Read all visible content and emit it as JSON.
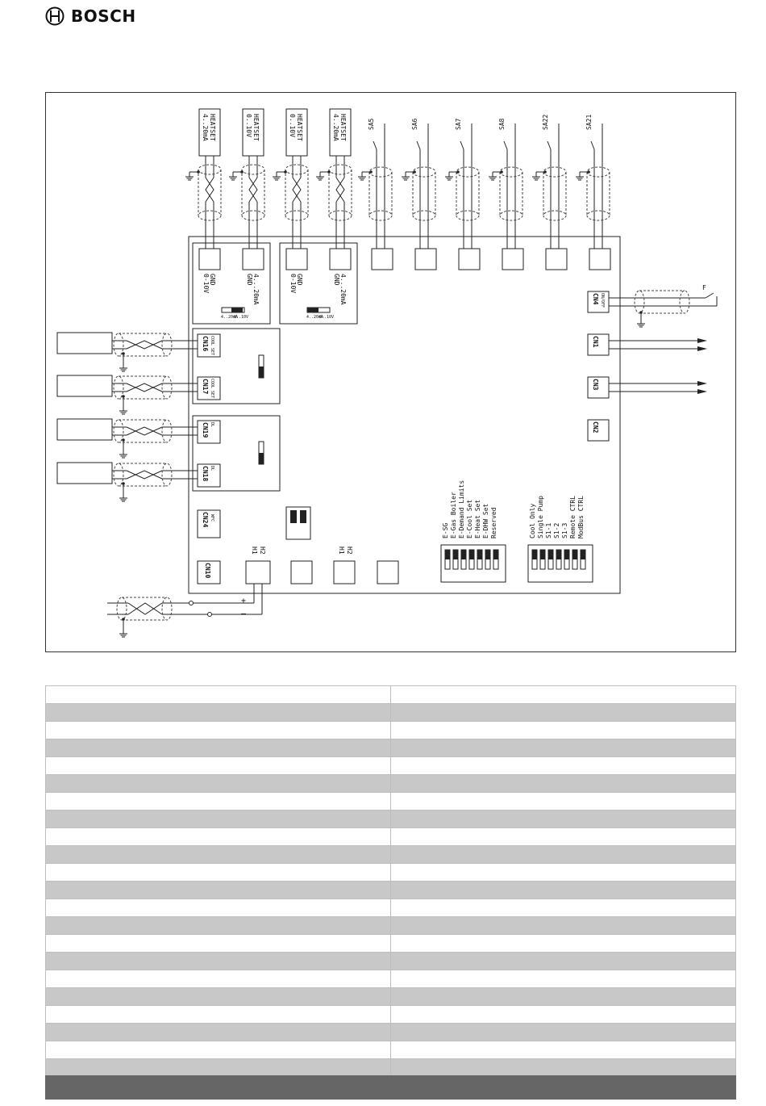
{
  "brand": {
    "name": "BOSCH"
  },
  "heat_set": [
    {
      "title": "HEATSET",
      "range": "4..20mA"
    },
    {
      "title": "HEATSET",
      "range": "0..10V"
    },
    {
      "title": "HEATSET",
      "range": "0..10V"
    },
    {
      "title": "HEATSET",
      "range": "4..20mA"
    }
  ],
  "sensors": [
    "SA5",
    "SA6",
    "SA7",
    "SA8",
    "SA22",
    "SA21"
  ],
  "terminal_groups": [
    {
      "a": "GND",
      "b": "0-10V"
    },
    {
      "a": "4...20mA",
      "b": "GND"
    },
    {
      "a": "GND",
      "b": "0-10V"
    },
    {
      "a": "4...20mA",
      "b": "GND"
    }
  ],
  "switch_small": {
    "a": "4..20mA",
    "b": "0..10V"
  },
  "connectors_left": [
    {
      "id": "CN16",
      "sub": "COOL SET"
    },
    {
      "id": "CN17",
      "sub": "COOL SET"
    },
    {
      "id": "CN19",
      "sub": "DL"
    },
    {
      "id": "CN18",
      "sub": "DL"
    },
    {
      "id": "CN24",
      "sub": "WFC"
    },
    {
      "id": "CN10",
      "sub": ""
    }
  ],
  "connectors_right": [
    {
      "id": "CN4",
      "sub": "ON/OFF"
    },
    {
      "id": "CN1",
      "sub": ""
    },
    {
      "id": "CN3",
      "sub": ""
    },
    {
      "id": "CN2",
      "sub": ""
    }
  ],
  "h_labels": {
    "h1": "H1",
    "h2": "H2"
  },
  "power": {
    "plus": "+",
    "minus": "–"
  },
  "dip_bank_1": [
    "E-SG",
    "E-Gas Boiler",
    "E-Demand Limits",
    "E-Cool Set",
    "E-Heat Set",
    "E-DHW Set",
    "Reserved"
  ],
  "dip_bank_2": [
    "Cool Only",
    "Single Pump",
    "S1-1",
    "S1-2",
    "S1-3",
    "Remote CTRL",
    "ModBus CTRL"
  ],
  "legend_rows": 22
}
